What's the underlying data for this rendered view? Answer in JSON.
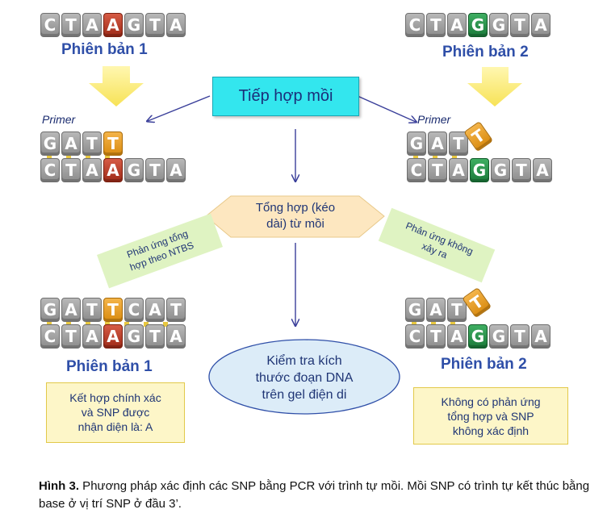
{
  "strands": {
    "top_left": [
      "C",
      "T",
      "A",
      "A",
      "G",
      "T",
      "A"
    ],
    "top_right": [
      "C",
      "T",
      "A",
      "G",
      "G",
      "T",
      "A"
    ],
    "mid_left_primer": [
      "G",
      "A",
      "T",
      "T"
    ],
    "mid_left_template": [
      "C",
      "T",
      "A",
      "A",
      "G",
      "T",
      "A"
    ],
    "mid_right_primer": [
      "G",
      "A",
      "T",
      "T"
    ],
    "mid_right_template": [
      "C",
      "T",
      "A",
      "G",
      "G",
      "T",
      "A"
    ],
    "bot_left_product": [
      "G",
      "A",
      "T",
      "T",
      "C",
      "A",
      "T"
    ],
    "bot_left_template": [
      "C",
      "T",
      "A",
      "A",
      "G",
      "T",
      "A"
    ],
    "bot_right_primer": [
      "G",
      "A",
      "T",
      "T"
    ],
    "bot_right_template": [
      "C",
      "T",
      "A",
      "G",
      "G",
      "T",
      "A"
    ]
  },
  "labels": {
    "version1_top": "Phiên bản 1",
    "version2_top": "Phiên bản 2",
    "primer_left": "Primer",
    "primer_right": "Primer",
    "annealing": "Tiếp hợp mồi",
    "extension_line1": "Tổng hợp (kéo",
    "extension_line2": "dài)  từ mồi",
    "reaction_ntbs_line1": "Phản ứng tổng",
    "reaction_ntbs_line2": "hợp theo NTBS",
    "no_reaction_line1": "Phản ứng không",
    "no_reaction_line2": "xảy ra",
    "version1_bottom": "Phiên bản 1",
    "version2_bottom": "Phiên bản 2",
    "gel_line1": "Kiểm tra kích",
    "gel_line2": "thước đoạn DNA",
    "gel_line3": "trên gel điện di",
    "result_left_line1": "Kết hợp chính xác",
    "result_left_line2": "và SNP được",
    "result_left_line3": "nhận diện là: A",
    "result_right_line1": "Không có phản ứng",
    "result_right_line2": "tổng hợp và SNP",
    "result_right_line3": "không xác định"
  },
  "caption": {
    "label": "Hình 3.",
    "text": " Phương pháp xác định các SNP bằng PCR với trình tự mồi. Mồi SNP có trình tự kết thúc bằng base ở vị trí SNP ở đầu 3’."
  },
  "colors": {
    "snp_a": "#9e2a18",
    "snp_g": "#1b7a3a",
    "primer_end": "#d98b10",
    "annealing_box": "#33e6ee",
    "extension_box": "#fde7c0",
    "ellipse": "#dcecf8"
  }
}
